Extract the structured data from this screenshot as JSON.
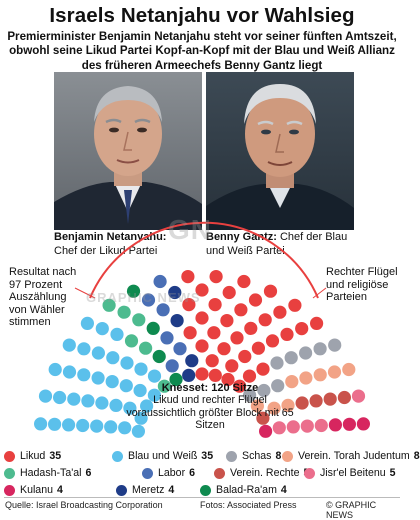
{
  "title": "Israels Netanjahu vor Wahlsieg",
  "subtitle": "Premierminister Benjamin Netanjahu steht vor seiner fünften Amtszeit, obwohl seine Likud Partei Kopf-an-Kopf mit der Blau und Weiß Allianz des früheren Armeechefs Benny Gantz liegt",
  "left_caption": {
    "name": "Benjamin Netanyahu:",
    "role": "Chef der Likud Partei"
  },
  "right_caption": {
    "name": "Benny Gantz:",
    "role": "Chef der Blau und Weiß Partei"
  },
  "annotation_left": "Resultat nach 97 Prozent Auszählung von Wähler stimmen",
  "annotation_right": "Rechter Flügel und religiöse Parteien",
  "knesset": {
    "title": "Knesset: 120 Sitze",
    "note": "Likud und rechter Flügel voraussichtlich größter Block mit 65 Sitzen"
  },
  "watermarks": [
    "GRAPHIC NEWS",
    "GN"
  ],
  "chart_data": {
    "type": "parliament",
    "total_seats": 120,
    "parties": [
      {
        "name": "Likud",
        "seats": 35,
        "color": "#e8403f"
      },
      {
        "name": "Blau und Weiß",
        "seats": 35,
        "color": "#5bc0eb"
      },
      {
        "name": "Schas",
        "seats": 8,
        "color": "#9ea3ad"
      },
      {
        "name": "Verein. Torah Judentum",
        "seats": 8,
        "color": "#f2a386"
      },
      {
        "name": "Hadash-Ta'al",
        "seats": 6,
        "color": "#4dbb8f"
      },
      {
        "name": "Labor",
        "seats": 6,
        "color": "#4a6fb5"
      },
      {
        "name": "Verein. Rechte",
        "seats": 5,
        "color": "#c9534b"
      },
      {
        "name": "Jisr'el Beitenu",
        "seats": 5,
        "color": "#eb6e8c"
      },
      {
        "name": "Kulanu",
        "seats": 4,
        "color": "#d7265f"
      },
      {
        "name": "Meretz",
        "seats": 4,
        "color": "#1f3c88"
      },
      {
        "name": "Balad-Ra'am",
        "seats": 4,
        "color": "#0e8a4f"
      }
    ]
  },
  "footer": {
    "source": "Quelle: Israel Broadcasting Corporation",
    "photos": "Fotos: Associated Press",
    "brand": "© GRAPHIC NEWS"
  }
}
